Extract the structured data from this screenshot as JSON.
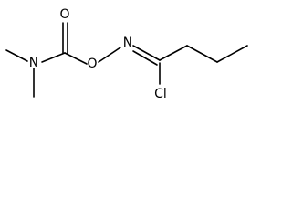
{
  "molecule": {
    "atoms": {
      "carbonyl_oxygen": "O",
      "amide_nitrogen": "N",
      "ester_oxygen": "O",
      "imine_nitrogen": "N",
      "chlorine": "Cl"
    }
  }
}
